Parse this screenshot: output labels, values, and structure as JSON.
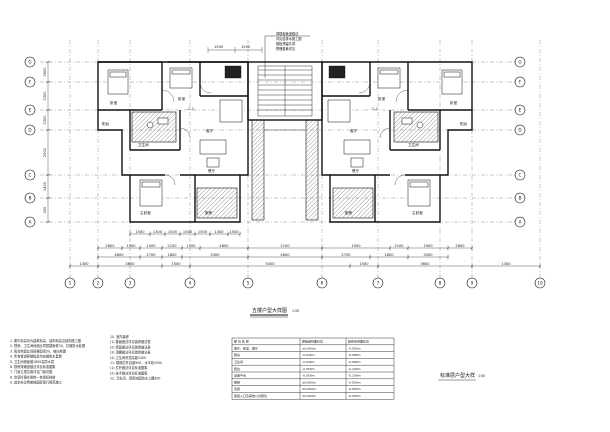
{
  "axes_left": [
    "G",
    "F",
    "E",
    "D",
    "C",
    "B",
    "A"
  ],
  "axes_right": [
    "G",
    "F",
    "E",
    "D",
    "C",
    "B",
    "A"
  ],
  "axes_bottom": [
    "1",
    "2",
    "3",
    "4",
    "5",
    "6",
    "7",
    "8",
    "9",
    "10"
  ],
  "top_dims": [
    "1500",
    "1500"
  ],
  "callout_text": [
    "穿楼板管道做法",
    "详见给排水施工图",
    "楼板预留孔洞",
    "预埋套管详见"
  ],
  "row1_dims": [
    "2800",
    "1900",
    "1500",
    "2100",
    "1500",
    "4800",
    "2100",
    "1500",
    "2100",
    "1900",
    "2800"
  ],
  "row2_dims": [
    "4800",
    "2700",
    "1800",
    "3300",
    "4800",
    "2700",
    "1800",
    "3000"
  ],
  "row3_dims": [
    "1300",
    "3600",
    "1500",
    "5000",
    "1500",
    "3600",
    "1300"
  ],
  "plan_dims_inner": [
    "1500",
    "1300",
    "1500",
    "1500",
    "1500",
    "1300",
    "1500",
    "1500"
  ],
  "left_vdims": [
    "3600",
    "3300",
    "3300",
    "2900",
    "1400",
    "300"
  ],
  "rooms": {
    "left_unit": [
      "卧室",
      "卧室",
      "客厅",
      "卫生间",
      "厨房",
      "阳台",
      "餐厅",
      "主卧室",
      "C-1"
    ],
    "right_unit": [
      "卧室",
      "卧室",
      "客厅",
      "卫生间",
      "厨房",
      "阳台",
      "餐厅",
      "主卧室",
      "C-1"
    ]
  },
  "plan_title": "五楼户型大样图",
  "plan_scale": "1:50",
  "legend_title": "标准层户型大样",
  "legend_scale": "1:50",
  "notes_left": [
    "1. 图中标高均为建筑标高，结构标高见结构施工图",
    "2. 厨房、卫生间地面比同层楼面低30，并做防水处理",
    "3. 阳台地面比同层楼面低50，坡向地漏",
    "4. 所有管道穿楼板处均应做防水套管",
    "5. 卫生间墙面做1800高防水层",
    "6. 厨房排烟道做法详见标准图集",
    "7. 门窗立樘位置详见门窗详图",
    "8. 空调冷凝水管统一有组织排放",
    "9. 其余未注明者按国家现行规范施工"
  ],
  "notes_mid": [
    "10. 室内装修",
    "(1) 楼面做法详见装修做法表",
    "(2) 墙面做法详见装修做法表",
    "(3) 顶棚做法详见装修做法表",
    "(4) 卫生间吊顶高度2400",
    "11. 楼梯栏杆高度900，水平段1050",
    "(1) 栏杆做法详见标准图集",
    "(2) 扶手做法详见标准图集",
    "12. 卫生间、厨房地面防水上翻300"
  ],
  "table": {
    "headers": [
      "部 位 名 称",
      "楼板结构面标高",
      "装修完成面标高"
    ],
    "rows": [
      [
        "客厅、卧室、餐厅",
        "±0.000m",
        "-0.050m"
      ],
      [
        "厨房",
        "-0.030m",
        "-0.080m"
      ],
      [
        "卫生间",
        "-0.030m",
        "-0.080m"
      ],
      [
        "阳台",
        "-0.050m",
        "-0.100m"
      ],
      [
        "设备平台",
        "-0.050m",
        "-0.100m"
      ],
      [
        "楼梯",
        "±0.000m",
        "-0.050m"
      ],
      [
        "走廊",
        "±0.000m",
        "-0.050m"
      ],
      [
        "首层入口及其他公共部位",
        "±0.000m",
        "-0.050m"
      ]
    ]
  }
}
